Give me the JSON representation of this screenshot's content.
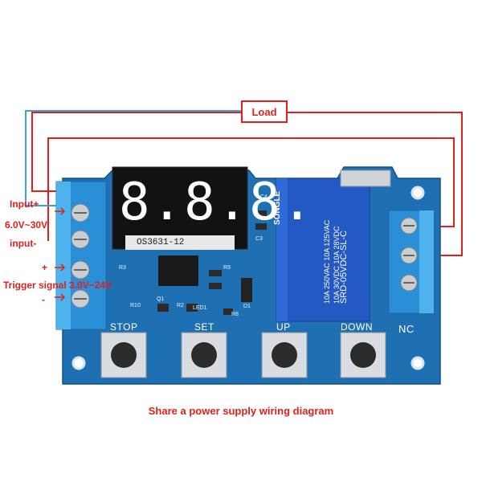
{
  "title": "Share a power supply wiring diagram",
  "load_label": "Load",
  "terminal_labels": {
    "input_plus": "Input+",
    "voltage_range": "6.0V~30V",
    "input_minus": "input-",
    "trigger_plus": "+",
    "trigger_signal": "Trigger signal 3.0V~24V",
    "trigger_minus": "-"
  },
  "board": {
    "display_digits": "8.8.8.",
    "display_model": "OS3631-12",
    "relay_brand": "SONGLE",
    "relay_model": "SRD-05VDC-SL-C",
    "relay_ratings": [
      "10A 250VAC  10A 125VAC",
      "10A 30VDC  10A 28VDC"
    ],
    "nc_label": "NC",
    "led_label": "LED1",
    "buttons": [
      {
        "label": "STOP"
      },
      {
        "label": "SET"
      },
      {
        "label": "UP"
      },
      {
        "label": "DOWN"
      }
    ],
    "components": [
      "R3",
      "R9",
      "R10",
      "Q1",
      "R2",
      "R8",
      "D1",
      "C3",
      "C4"
    ]
  },
  "colors": {
    "wire_load": "#e0201c",
    "wire_input": "#3aa3d8",
    "pcb": "#1f6fb3",
    "terminal": "#2a8fd6",
    "display": "#121212",
    "relay": "#2458c2"
  }
}
